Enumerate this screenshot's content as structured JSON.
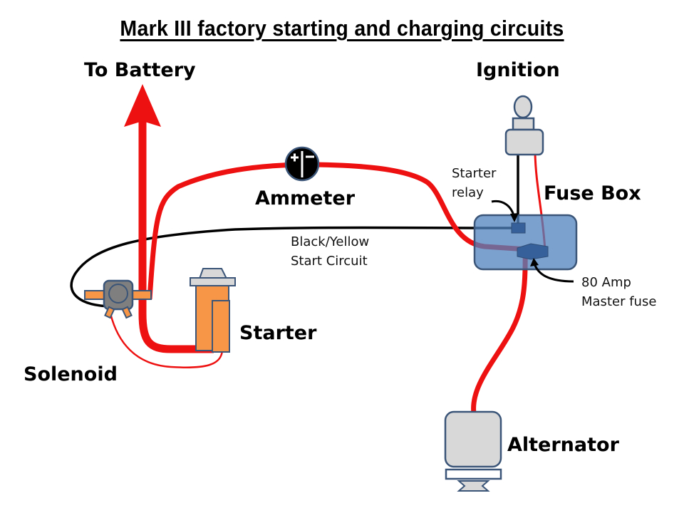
{
  "title": "Mark III factory starting and charging circuits",
  "labels": {
    "to_battery": "To Battery",
    "ignition": "Ignition",
    "ammeter": "Ammeter",
    "fuse_box": "Fuse Box",
    "starter": "Starter",
    "solenoid": "Solenoid",
    "alternator": "Alternator"
  },
  "annotations": {
    "starter_relay": [
      "Starter",
      "relay"
    ],
    "start_circuit": [
      "Black/Yellow",
      "Start Circuit"
    ],
    "master_fuse": [
      "80 Amp",
      "Master fuse"
    ]
  },
  "ammeter_glyph": "+|−",
  "colors": {
    "wire_power": "#ee1111",
    "wire_signal": "#000000",
    "fuse_box_fill": "#6f95c9",
    "component_outline": "#3a5578",
    "component_gray": "#d8d8d8",
    "solenoid_body": "#7f7f7f",
    "starter_orange": "#f79646"
  }
}
